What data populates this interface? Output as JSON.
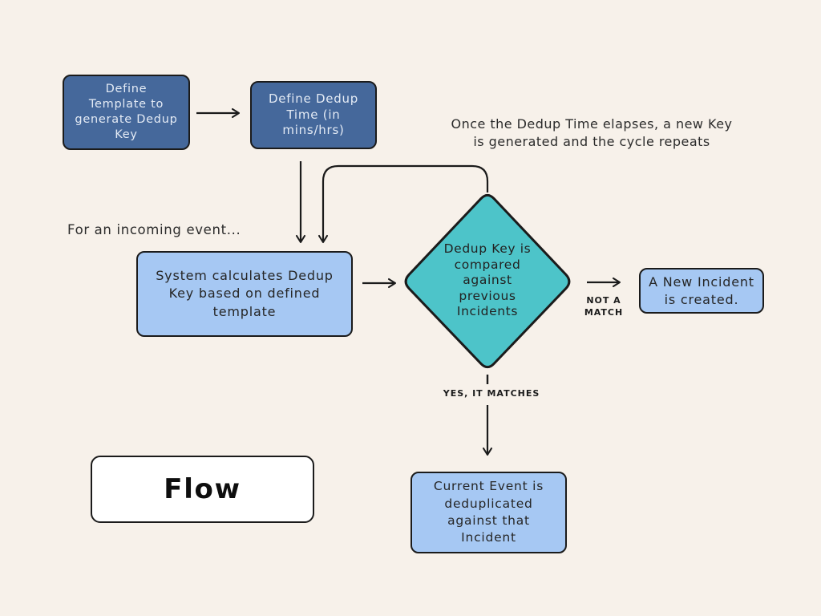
{
  "colors": {
    "background": "#f7f1ea",
    "dark_blue": "#45689b",
    "light_blue": "#a6c8f3",
    "teal": "#4dc4c9",
    "outline": "#1b1b1b"
  },
  "nodes": {
    "define_template": "Define\nTemplate to\ngenerate Dedup\nKey",
    "define_dedup_time": "Define Dedup\nTime (in\nmins/hrs)",
    "system_calculates": "System calculates Dedup\nKey based on defined\ntemplate",
    "decision": "Dedup Key is\ncompared\nagainst\nprevious\nIncidents",
    "new_incident": "A New Incident\nis created.",
    "current_event": "Current Event is\ndeduplicated\nagainst that\nIncident",
    "flow_title": "Flow"
  },
  "annotations": {
    "cycle_note": "Once the Dedup Time elapses, a new Key\nis generated and the cycle repeats",
    "incoming_event": "For an incoming event...",
    "not_a_match": "NOT A\nMATCH",
    "yes_it_matches": "YES, IT MATCHES"
  }
}
